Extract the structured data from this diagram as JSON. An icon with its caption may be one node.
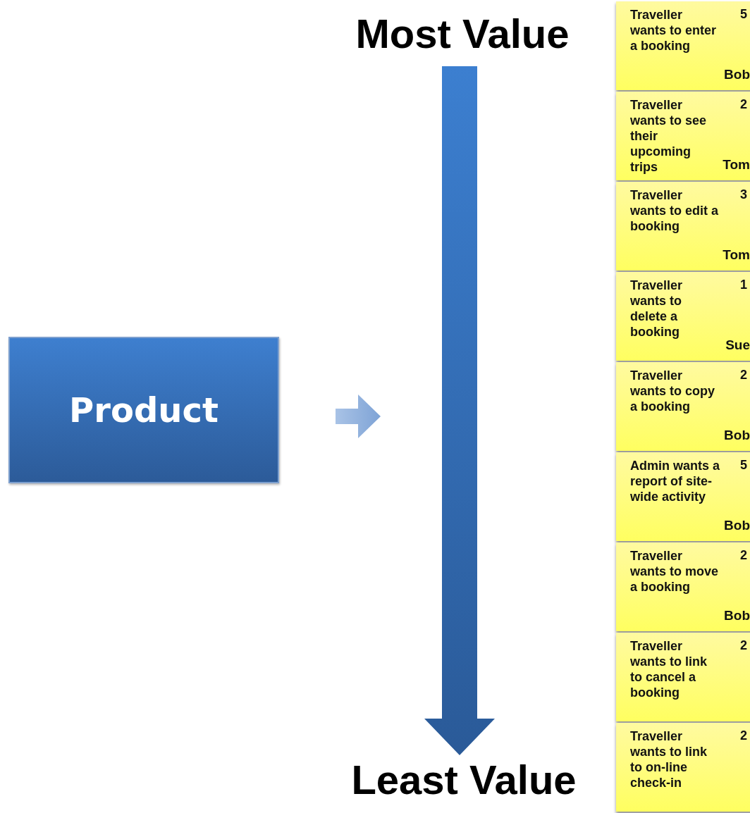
{
  "diagram": {
    "nodes": [
      {
        "text": [
          "Product"
        ]
      },
      {
        "text": [
          "Traveller wants to enter a booking",
          "5",
          "Bob"
        ]
      },
      {
        "text": [
          "Traveller wants to see their upcoming trips",
          "2",
          "Tom"
        ]
      },
      {
        "text": [
          "Traveller wants to edit a booking",
          "3",
          "Tom"
        ]
      },
      {
        "text": [
          "Traveller wants to delete a booking",
          "1",
          "Sue"
        ]
      },
      {
        "text": [
          "Traveller wants to copy a booking",
          "2",
          "Bob"
        ]
      },
      {
        "text": [
          "Admin wants a report of site-wide activity",
          "5",
          "Bob"
        ]
      },
      {
        "text": [
          "Traveller wants to move a booking",
          "2",
          "Bob"
        ]
      },
      {
        "text": [
          "Traveller wants to link to cancel a booking",
          "2"
        ]
      },
      {
        "text": [
          "Traveller wants to link to on-line check-in",
          "2"
        ]
      }
    ],
    "labels": [
      "Most Value",
      "Least Value"
    ]
  }
}
